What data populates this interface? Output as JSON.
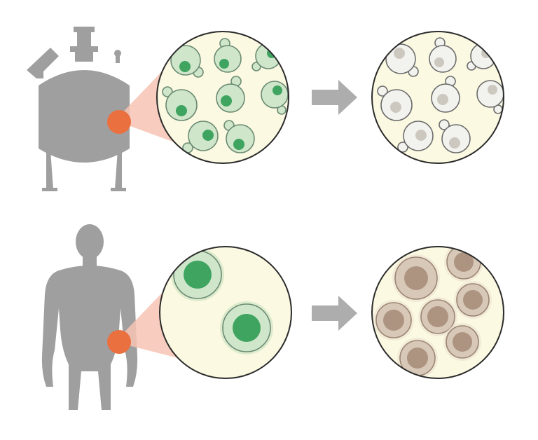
{
  "colors": {
    "silhouette": "#9f9f9f",
    "focus_dot": "#ea7040",
    "zoom_cone": "#f7c3b3",
    "circle_fill": "#fbf9e1",
    "circle_stroke": "#2b2b2b",
    "arrow": "#adadad",
    "green_cell_fill": "#cfe6cb",
    "green_cell_edge": "#6a8a72",
    "green_nucleus": "#3ea45f",
    "white_cell_fill": "#f2f2ef",
    "white_cell_edge": "#6c6c6c",
    "white_nucleus": "#cdc8bf",
    "brown_cell_fill": "#d8c8b8",
    "brown_cell_edge": "#9a8572",
    "brown_nucleus": "#ad9480"
  },
  "rows": [
    {
      "id": "yeast",
      "source": "bioreactor-tank-icon",
      "before_state": "green-budding-yeast-cells",
      "after_state": "white-budding-yeast-cells"
    },
    {
      "id": "human",
      "source": "human-body-icon",
      "before_state": "green-human-cells",
      "after_state": "brown-human-cells"
    }
  ]
}
